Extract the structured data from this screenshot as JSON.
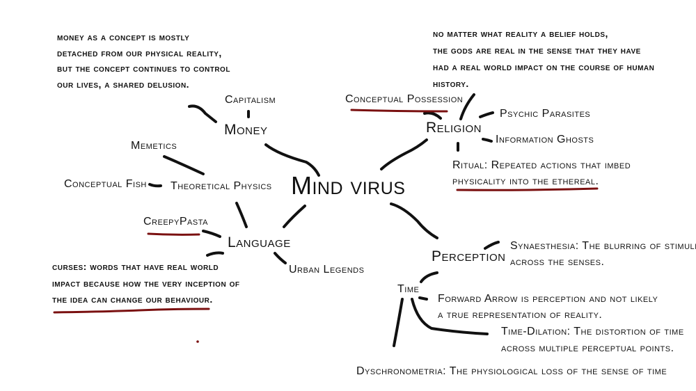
{
  "center": "Mind virus",
  "colors": {
    "line": "#111111",
    "underline": "#7a1010"
  },
  "money": {
    "label": "Money",
    "note": [
      "Money as a concept is mostly",
      "detached from our physical reality,",
      "but the concept continues to control",
      "our lives, a shared delusion."
    ],
    "children": [
      "Capitalism"
    ]
  },
  "theoretical_physics": {
    "label": "Theoretical Physics",
    "children": [
      "Memetics",
      "Conceptual Fish"
    ]
  },
  "language": {
    "label": "Language",
    "children": [
      "CreepyPasta",
      "Urban Legends"
    ],
    "note": [
      "Curses: words that have real world",
      "impact because how the very inception of",
      "the idea can change our behaviour."
    ]
  },
  "religion": {
    "label": "Religion",
    "note": [
      "No matter what reality a belief holds,",
      "the gods are real in the sense that they have",
      "had a real world impact on the course of human",
      "history."
    ],
    "children": [
      "Conceptual Possession",
      "Psychic Parasites",
      "Information Ghosts"
    ],
    "ritual": [
      "Ritual: Repeated actions that imbed",
      "physicality into the ethereal."
    ]
  },
  "perception": {
    "label": "Perception",
    "synaesthesia": [
      "Synaesthesia: The blurring of stimuli",
      "across the senses."
    ],
    "time": {
      "label": "Time",
      "forward_arrow": [
        "Forward Arrow is perception and not likely",
        "a true representation of reality."
      ],
      "dilation": [
        "Time-Dilation: The distortion of time",
        "across multiple perceptual points."
      ],
      "dyschronometria": "Dyschronometria: The physiological loss of the sense of time"
    }
  }
}
